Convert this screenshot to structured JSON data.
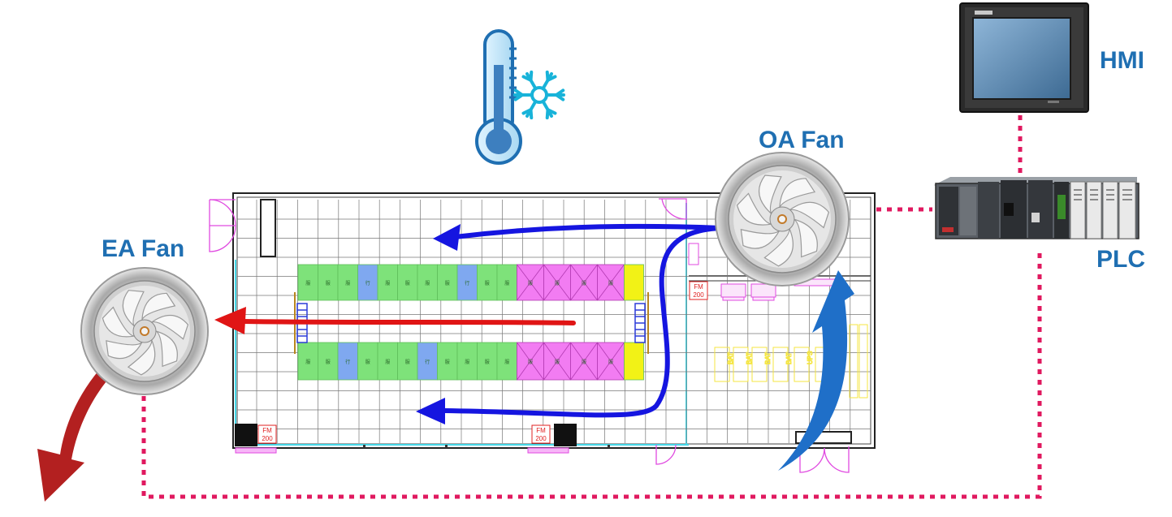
{
  "labels": {
    "hmi": "HMI",
    "plc": "PLC",
    "oa_fan": "OA Fan",
    "ea_fan": "EA Fan"
  },
  "floorplan": {
    "fm_tag": "FM\n200",
    "rack_text": "服务器机柜",
    "ac_text": "行级空调",
    "dist_text": "列头柜",
    "ups_text": "UPS",
    "bat_text": "BAT"
  },
  "colors": {
    "label_blue": "#1f6fb2",
    "airflow_cold": "#1515e0",
    "airflow_hot": "#e01515",
    "exhaust_arrow": "#b32020",
    "intake_arrow": "#1f6fc8",
    "signal_line": "#e0195f",
    "rack_green": "#7ee27a",
    "rack_blue": "#7fa8f0",
    "rack_magenta": "#f27cf2",
    "rack_yellow": "#f2f216"
  },
  "icons": [
    "thermometer-icon",
    "snowflake-icon",
    "fan-icon",
    "hmi-panel-icon",
    "plc-rack-icon"
  ]
}
